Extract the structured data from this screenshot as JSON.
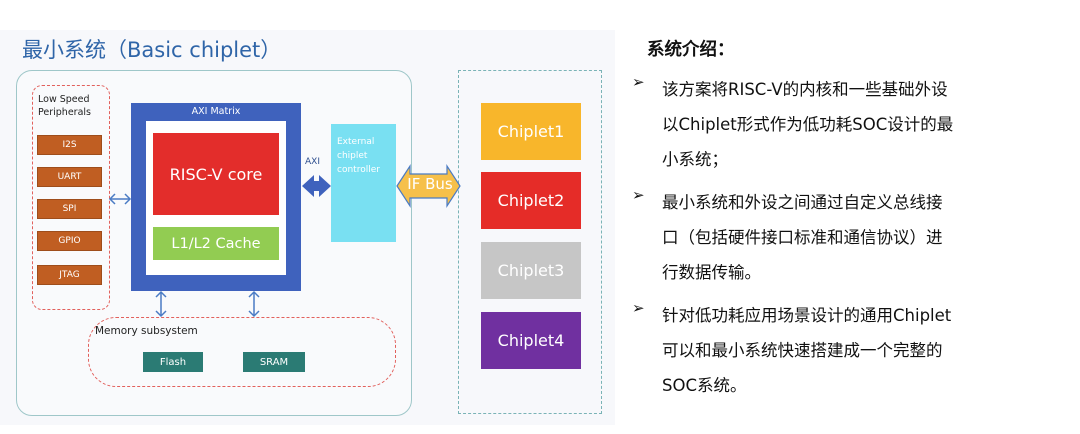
{
  "diagram": {
    "title": "最小系统（Basic chiplet）",
    "low_speed": {
      "title": "Low Speed Peripherals",
      "items": [
        "I2S",
        "UART",
        "SPI",
        "GPIO",
        "JTAG"
      ]
    },
    "axi_matrix": {
      "label": "AXI Matrix",
      "core": "RISC-V core",
      "cache": "L1/L2 Cache"
    },
    "axi_label": "AXI",
    "external": {
      "label": "External chiplet controller"
    },
    "if_bus": "IF Bus",
    "memory": {
      "title": "Memory subsystem",
      "flash": "Flash",
      "sram": "SRAM"
    },
    "chiplets": [
      {
        "label": "Chiplet1",
        "color": "#f8b62b"
      },
      {
        "label": "Chiplet2",
        "color": "#e52c28"
      },
      {
        "label": "Chiplet3",
        "color": "#c6c6c6"
      },
      {
        "label": "Chiplet4",
        "color": "#7030a0"
      }
    ],
    "colors": {
      "axi_matrix": "#3f62bd",
      "riscv": "#e32d2b",
      "cache": "#92cc52",
      "peripheral": "#c05e22",
      "memory_item": "#2b7b74",
      "external": "#79e0f2",
      "if_bus_fill": "#f6c04a",
      "arrow": "#4a7bc4",
      "title": "#2f65a8"
    }
  },
  "panel": {
    "title": "系统介绍：",
    "bullet_mark": "➢",
    "bullets": [
      {
        "lines": [
          "该方案将RISC-V的内核和一些基础外设",
          "以Chiplet形式作为低功耗SOC设计的最",
          "小系统；"
        ]
      },
      {
        "lines": [
          "最小系统和外设之间通过自定义总线接",
          "口（包括硬件接口标准和通信协议）进",
          "行数据传输。"
        ]
      },
      {
        "lines": [
          "针对低功耗应用场景设计的通用Chiplet",
          "可以和最小系统快速搭建成一个完整的",
          "SOC系统。"
        ]
      }
    ]
  }
}
